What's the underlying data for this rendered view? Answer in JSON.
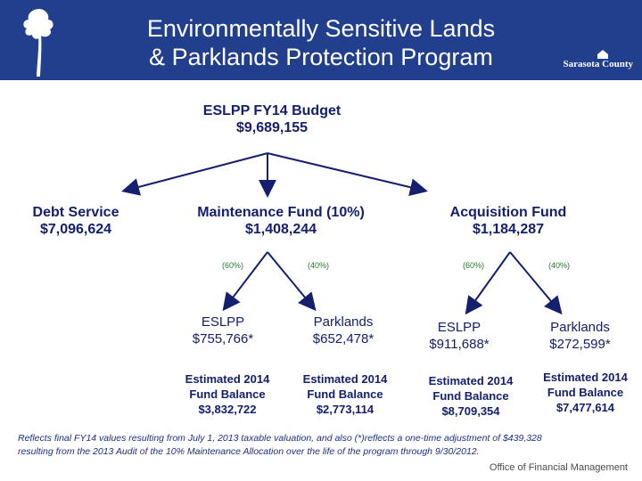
{
  "header": {
    "title_line1": "Environmentally Sensitive Lands",
    "title_line2": "& Parklands Protection Program",
    "brand": "Sarasota County",
    "bg_color": "#223f8e"
  },
  "root": {
    "title": "ESLPP FY14 Budget",
    "amount": "$9,689,155"
  },
  "branches": {
    "debt": {
      "title": "Debt Service",
      "amount": "$7,096,624"
    },
    "maintenance": {
      "title": "Maintenance Fund (10%)",
      "amount": "$1,408,244",
      "left_pct": "(60%)",
      "right_pct": "(40%)",
      "eslpp": {
        "label": "ESLPP",
        "amount": "$755,766*",
        "balance_l1": "Estimated 2014",
        "balance_l2": "Fund Balance",
        "balance_amt": "$3,832,722"
      },
      "parklands": {
        "label": "Parklands",
        "amount": "$652,478*",
        "balance_l1": "Estimated 2014",
        "balance_l2": "Fund Balance",
        "balance_amt": "$2,773,114"
      }
    },
    "acquisition": {
      "title": "Acquisition Fund",
      "amount": "$1,184,287",
      "left_pct": "(60%)",
      "right_pct": "(40%)",
      "eslpp": {
        "label": "ESLPP",
        "amount": "$911,688*",
        "balance_l1": "Estimated 2014",
        "balance_l2": "Fund Balance",
        "balance_amt": "$8,709,354"
      },
      "parklands": {
        "label": "Parklands",
        "amount": "$272,599*",
        "balance_l1": "Estimated 2014",
        "balance_l2": "Fund Balance",
        "balance_amt": "$7,477,614"
      }
    }
  },
  "footnote_l1": "Reflects final FY14 values resulting from July 1, 2013 taxable valuation, and also (*)reflects a one-time adjustment  of $439,328",
  "footnote_l2": "resulting from the 2013 Audit of the 10% Maintenance Allocation over the life of the program through 9/30/2012.",
  "office": "Office of Financial Management",
  "colors": {
    "text": "#14206e",
    "percent": "#1f7a2a",
    "footnote": "#1b2f86"
  }
}
